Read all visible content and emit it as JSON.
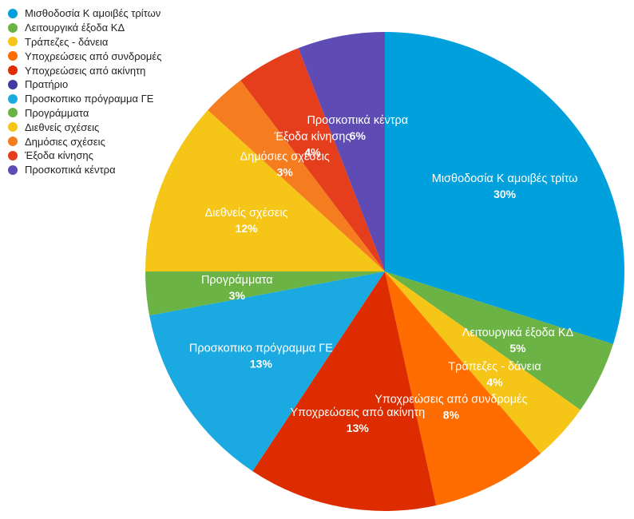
{
  "chart_data": {
    "type": "pie",
    "legend_position": "top-left",
    "labels": [
      "Μισθοδοσία Κ αμοιβές τρίτων",
      "Λειτουργικά έξοδα ΚΔ",
      "Τράπεζες - δάνεια",
      "Υποχρεώσεις από συνδρομές",
      "Υποχρεώσεις από ακίνητη",
      "Πρατήριο",
      "Προσκοπικο πρόγραμμα ΓΕ",
      "Προγράμματα",
      "Διεθνείς σχέσεις",
      "Δημόσιες σχέσεις",
      "Έξοδα κίνησης",
      "Προσκοπικά κέντρα"
    ],
    "slice_labels": [
      "Μισθοδοσία Κ αμοιβές τρίτω",
      "Λειτουργικά έξοδα ΚΔ",
      "Τράπεζες - δάνεια",
      "Υποχρεώσεις από συνδρομές",
      "Υποχρεώσεις από ακίνητη",
      "",
      "Προσκοπικο πρόγραμμα ΓΕ",
      "Προγράμματα",
      "Διεθνείς σχέσεις",
      "Δημόσιες σχέσεις",
      "Έξοδα κίνησης",
      "Προσκοπικά κέντρα"
    ],
    "values": [
      30.5,
      5.0,
      4.0,
      8.0,
      13.0,
      0.0,
      13.0,
      3.0,
      12.0,
      3.0,
      4.5,
      6.0
    ],
    "percent_labels": [
      "30%",
      "5%",
      "4%",
      "8%",
      "13%",
      "",
      "13%",
      "3%",
      "12%",
      "3%",
      "4%",
      "6%"
    ],
    "colors": [
      "#00a0dc",
      "#6ab344",
      "#f5c518",
      "#ff6d00",
      "#dd2c00",
      "#3f3ba0",
      "#1ba9e1",
      "#6ab344",
      "#f5c518",
      "#f57c1f",
      "#e53e1d",
      "#5e4bb4"
    ]
  }
}
